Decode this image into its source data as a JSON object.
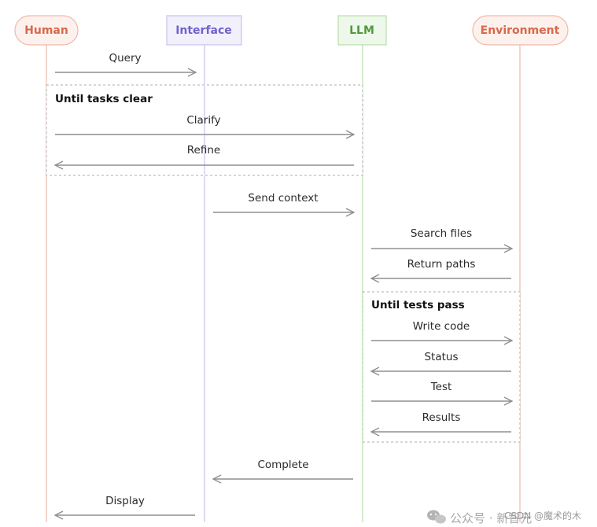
{
  "participants": [
    {
      "id": "human",
      "label": "Human",
      "shape": "pill",
      "color": "#d9694a",
      "fill": "#fdf1ed",
      "line": "#f0b9a9"
    },
    {
      "id": "interface",
      "label": "Interface",
      "shape": "rect",
      "color": "#6e63c9",
      "fill": "#f1f0fb",
      "line": "#c9c3ee"
    },
    {
      "id": "llm",
      "label": "LLM",
      "shape": "rect",
      "color": "#4f9a3d",
      "fill": "#edf7ea",
      "line": "#b9dfae"
    },
    {
      "id": "environment",
      "label": "Environment",
      "shape": "pill",
      "color": "#d9694a",
      "fill": "#fdf1ed",
      "line": "#f0b9a9"
    }
  ],
  "messages": [
    {
      "id": "query",
      "from": "human",
      "to": "interface",
      "label": "Query"
    },
    {
      "id": "clarify",
      "from": "human",
      "to": "llm",
      "label": "Clarify"
    },
    {
      "id": "refine",
      "from": "llm",
      "to": "human",
      "label": "Refine"
    },
    {
      "id": "send-context",
      "from": "interface",
      "to": "llm",
      "label": "Send context"
    },
    {
      "id": "search-files",
      "from": "llm",
      "to": "environment",
      "label": "Search files"
    },
    {
      "id": "return-paths",
      "from": "environment",
      "to": "llm",
      "label": "Return paths"
    },
    {
      "id": "write-code",
      "from": "llm",
      "to": "environment",
      "label": "Write code"
    },
    {
      "id": "status",
      "from": "environment",
      "to": "llm",
      "label": "Status"
    },
    {
      "id": "test",
      "from": "llm",
      "to": "environment",
      "label": "Test"
    },
    {
      "id": "results",
      "from": "environment",
      "to": "llm",
      "label": "Results"
    },
    {
      "id": "complete",
      "from": "llm",
      "to": "interface",
      "label": "Complete"
    },
    {
      "id": "display",
      "from": "interface",
      "to": "human",
      "label": "Display"
    }
  ],
  "loops": [
    {
      "id": "until-tasks-clear",
      "label": "Until tasks clear"
    },
    {
      "id": "until-tests-pass",
      "label": "Until tests pass"
    }
  ],
  "colors": {
    "arrow": "#8f8f8f",
    "loop_border": "#bdbdbd"
  },
  "watermark": {
    "icon": "wechat-icon",
    "text": "公众号 · 新智元",
    "overlay": "CSDN @魔术的木"
  }
}
